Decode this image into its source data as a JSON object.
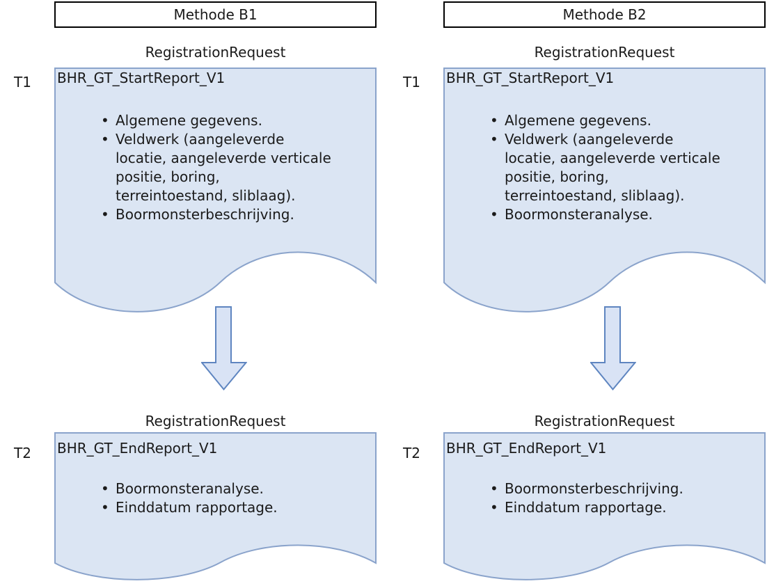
{
  "diagram": {
    "request_label": "RegistrationRequest",
    "columns": [
      {
        "header": "Methode B1",
        "t1": {
          "tag": "T1",
          "title": "BHR_GT_StartReport_V1",
          "bullets": [
            "Algemene gegevens.",
            "Veldwerk (aangeleverde\nlocatie, aangeleverde verticale\npositie, boring,\nterreintoestand, sliblaag).",
            "Boormonsterbeschrijving."
          ]
        },
        "t2": {
          "tag": "T2",
          "title": "BHR_GT_EndReport_V1",
          "bullets": [
            "Boormonsteranalyse.",
            "Einddatum rapportage."
          ]
        }
      },
      {
        "header": "Methode B2",
        "t1": {
          "tag": "T1",
          "title": "BHR_GT_StartReport_V1",
          "bullets": [
            "Algemene gegevens.",
            "Veldwerk (aangeleverde\nlocatie, aangeleverde verticale\npositie, boring,\nterreintoestand, sliblaag).",
            "Boormonsteranalyse."
          ]
        },
        "t2": {
          "tag": "T2",
          "title": "BHR_GT_EndReport_V1",
          "bullets": [
            "Boormonsterbeschrijving.",
            "Einddatum rapportage."
          ]
        }
      }
    ],
    "colors": {
      "doc_fill": "#dbe5f3",
      "doc_border": "#8aa3cb",
      "arrow_fill": "#d9e3f5",
      "arrow_border": "#5e85c0",
      "header_border": "#000000",
      "text": "#1a1a1a"
    }
  }
}
